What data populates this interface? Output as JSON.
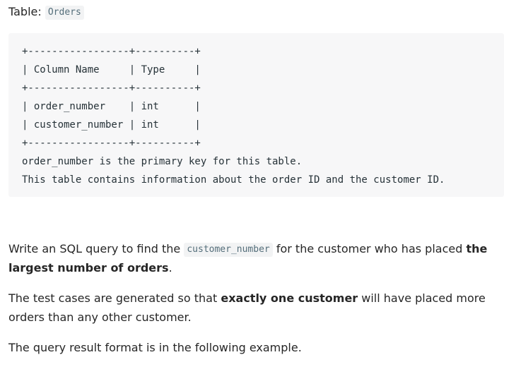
{
  "table_heading": {
    "prefix": "Table: ",
    "name": "Orders"
  },
  "schema_block": {
    "lines": [
      "+-----------------+----------+",
      "| Column Name     | Type     |",
      "+-----------------+----------+",
      "| order_number    | int      |",
      "| customer_number | int      |",
      "+-----------------+----------+",
      "order_number is the primary key for this table.",
      "This table contains information about the order ID and the customer ID."
    ]
  },
  "problem": {
    "p1_before": "Write an SQL query to find the ",
    "p1_code": "customer_number",
    "p1_middle": " for the customer who has placed ",
    "p1_bold": "the largest number of orders",
    "p1_after": ".",
    "p2_before": "The test cases are generated so that ",
    "p2_bold": "exactly one customer",
    "p2_after": " will have placed more orders than any other customer.",
    "p3": "The query result format is in the following example."
  }
}
